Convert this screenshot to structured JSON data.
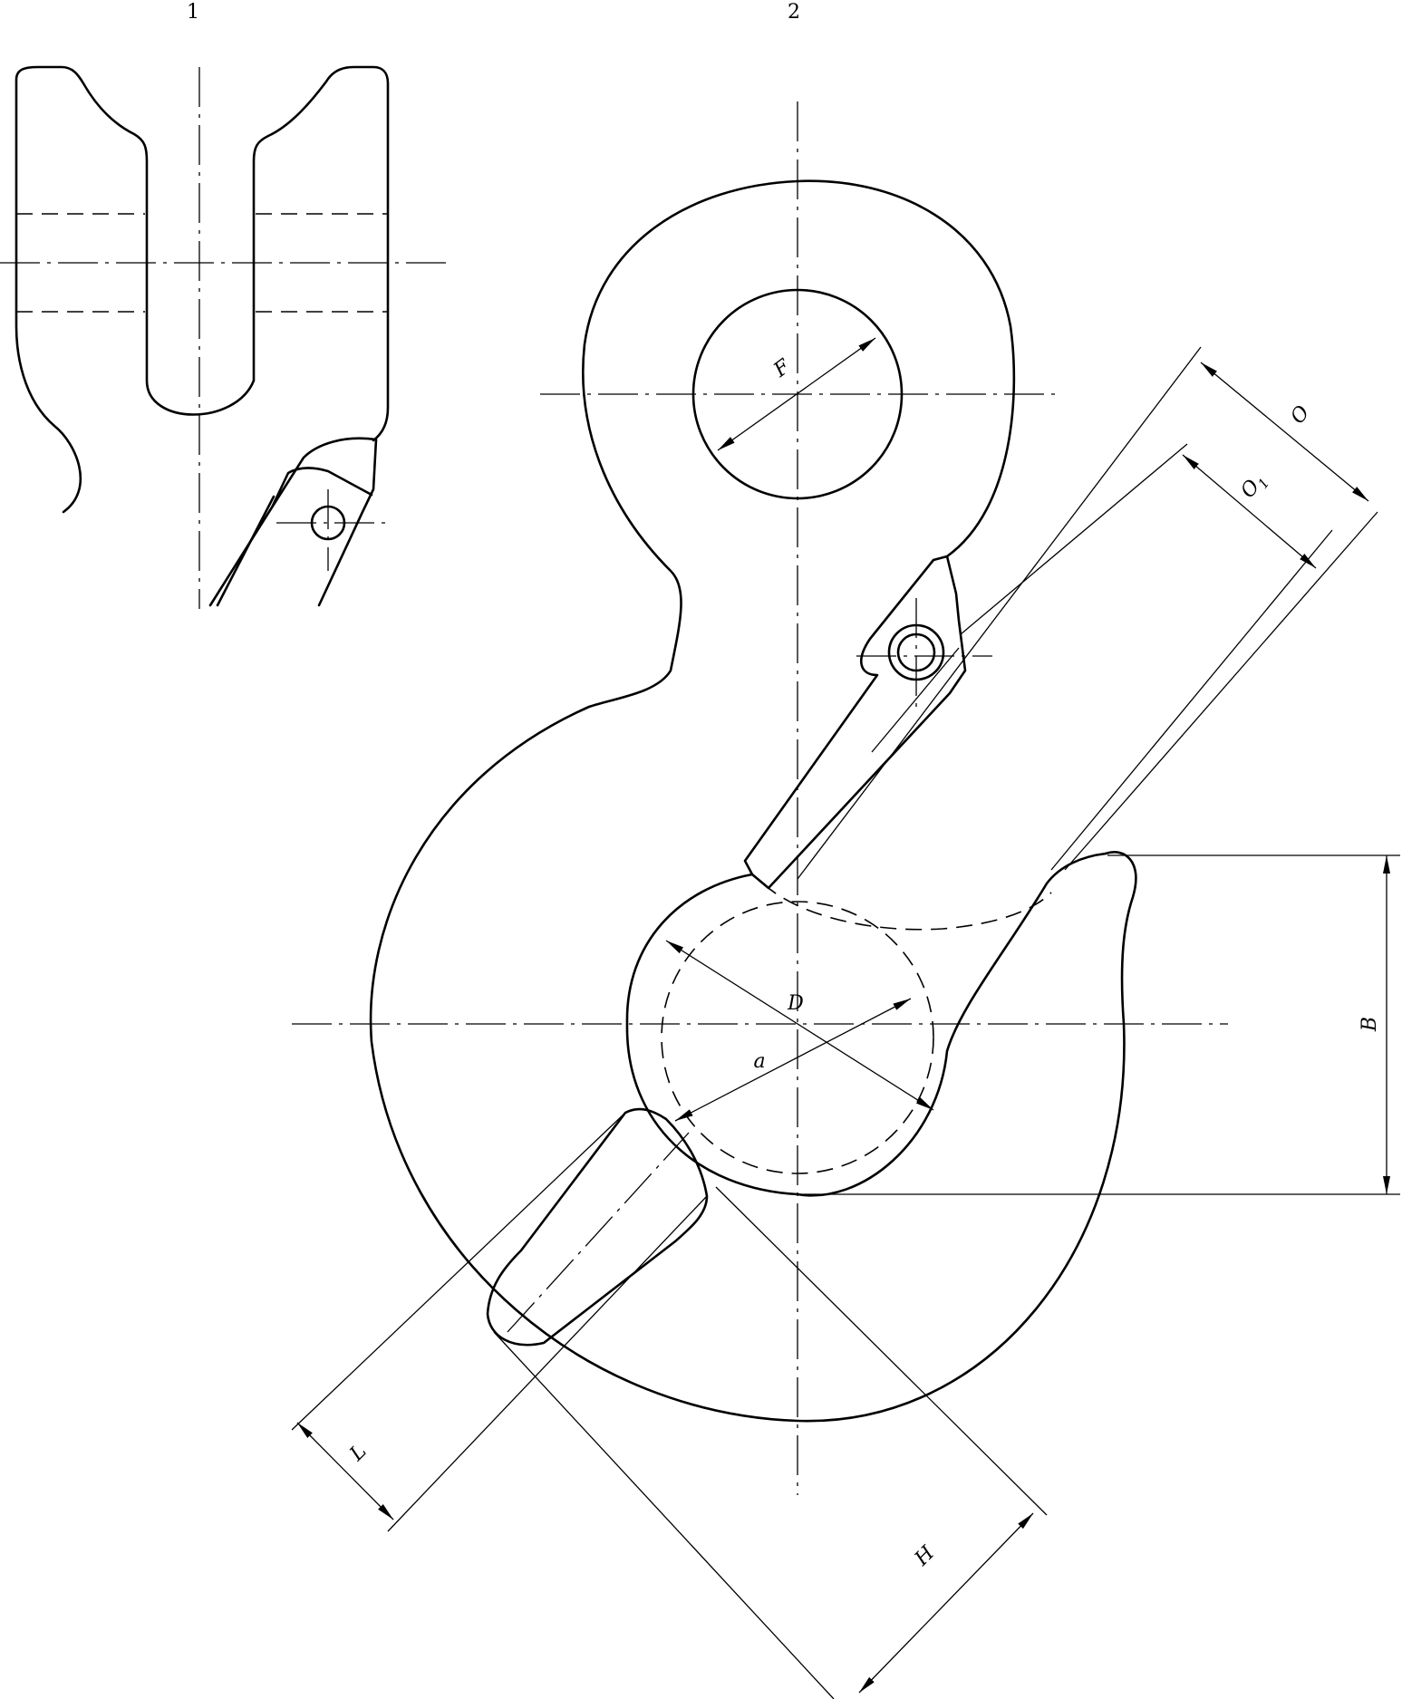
{
  "views": {
    "side_view_label": "1",
    "front_view_label": "2"
  },
  "dimensions": {
    "F": "F",
    "O": "O",
    "O1": "O",
    "O1_sub": "1",
    "D": "D",
    "a": "a",
    "B": "B",
    "L": "L",
    "H": "H"
  }
}
